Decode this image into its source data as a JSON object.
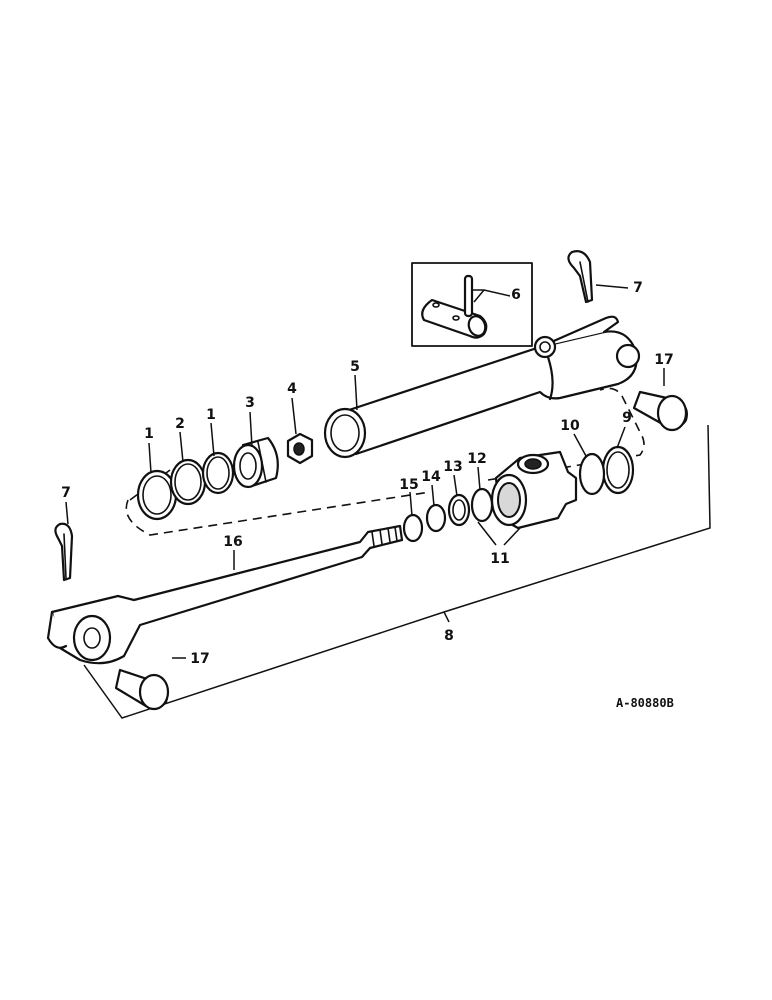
{
  "callouts": {
    "c1a": "1",
    "c2": "2",
    "c1b": "1",
    "c3": "3",
    "c4": "4",
    "c5": "5",
    "c6": "6",
    "c7a": "7",
    "c7b": "7",
    "c8": "8",
    "c9": "9",
    "c10": "10",
    "c11": "11",
    "c12": "12",
    "c13": "13",
    "c14": "14",
    "c15": "15",
    "c16": "16",
    "c17a": "17",
    "c17b": "17"
  },
  "reference_code": "A-80880B"
}
